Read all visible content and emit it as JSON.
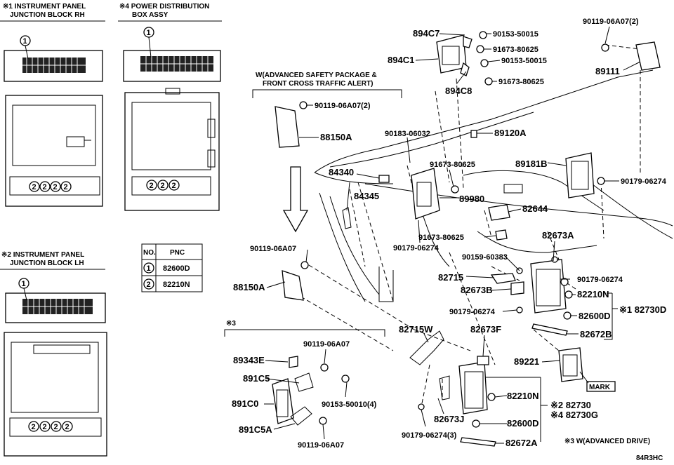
{
  "sections": {
    "rh": {
      "line1": "※1 INSTRUMENT PANEL",
      "line2": "JUNCTION BLOCK RH"
    },
    "pdb": {
      "line1": "※4 POWER DISTRIBUTION",
      "line2": "BOX ASSY"
    },
    "lh": {
      "line1": "※2 INSTRUMENT PANEL",
      "line2": "JUNCTION BLOCK LH"
    },
    "w_adv_safety": {
      "line1": "W(ADVANCED SAFETY PACKAGE &",
      "line2": "FRONT CROSS TRAFFIC ALERT)"
    },
    "s3": "※3"
  },
  "callouts": {
    "c1": "1",
    "c2": "2"
  },
  "pnc_table": {
    "headers": [
      "NO.",
      "PNC"
    ],
    "rows": [
      {
        "no": "1",
        "pnc": "82600D"
      },
      {
        "no": "2",
        "pnc": "82210N"
      }
    ]
  },
  "parts": {
    "p894C7": "894C7",
    "p894C1": "894C1",
    "p894C8": "894C8",
    "p90153_50015a": "90153-50015",
    "p91673_80625a": "91673-80625",
    "p90153_50015b": "90153-50015",
    "p91673_80625b": "91673-80625",
    "p90119_06A07_2a": "90119-06A07(2)",
    "p89111": "89111",
    "p90119_06A07_2b": "90119-06A07(2)",
    "p88150A_top": "88150A",
    "p90183_06032": "90183-06032",
    "p89120A": "89120A",
    "p91673_80625c": "91673-80625",
    "p89181B": "89181B",
    "p90179_06274a": "90179-06274",
    "p84340": "84340",
    "p84345": "84345",
    "p89980": "89980",
    "p82644": "82644",
    "p91673_80625d": "91673-80625",
    "p90179_06274b": "90179-06274",
    "p82673A": "82673A",
    "p90159_60383": "90159-60383",
    "p90119_06A07_c": "90119-06A07",
    "p88150A_bot": "88150A",
    "p82715": "82715",
    "p82673B": "82673B",
    "p90179_06274c": "90179-06274",
    "p82210N_a": "82210N",
    "p90179_06274d": "90179-06274",
    "p82600D_a": "82600D",
    "p82730D": "※1 82730D",
    "p82672B": "82672B",
    "p90119_06A07_d": "90119-06A07",
    "p89343E": "89343E",
    "p891C5": "891C5",
    "p891C0": "891C0",
    "p90153_50010_4": "90153-50010(4)",
    "p891C5A": "891C5A",
    "p90119_06A07_e": "90119-06A07",
    "p82715W": "82715W",
    "p82673F": "82673F",
    "p89221": "89221",
    "p82210N_b": "82210N",
    "p82730": "※2 82730",
    "p82730G": "※4 82730G",
    "p82673J": "82673J",
    "p82600D_b": "82600D",
    "p90179_06274_3": "90179-06274(3)",
    "p82672A": "82672A",
    "mark": "MARK"
  },
  "footer": {
    "note": "※3 W(ADVANCED DRIVE)",
    "code": "84R3HC"
  }
}
